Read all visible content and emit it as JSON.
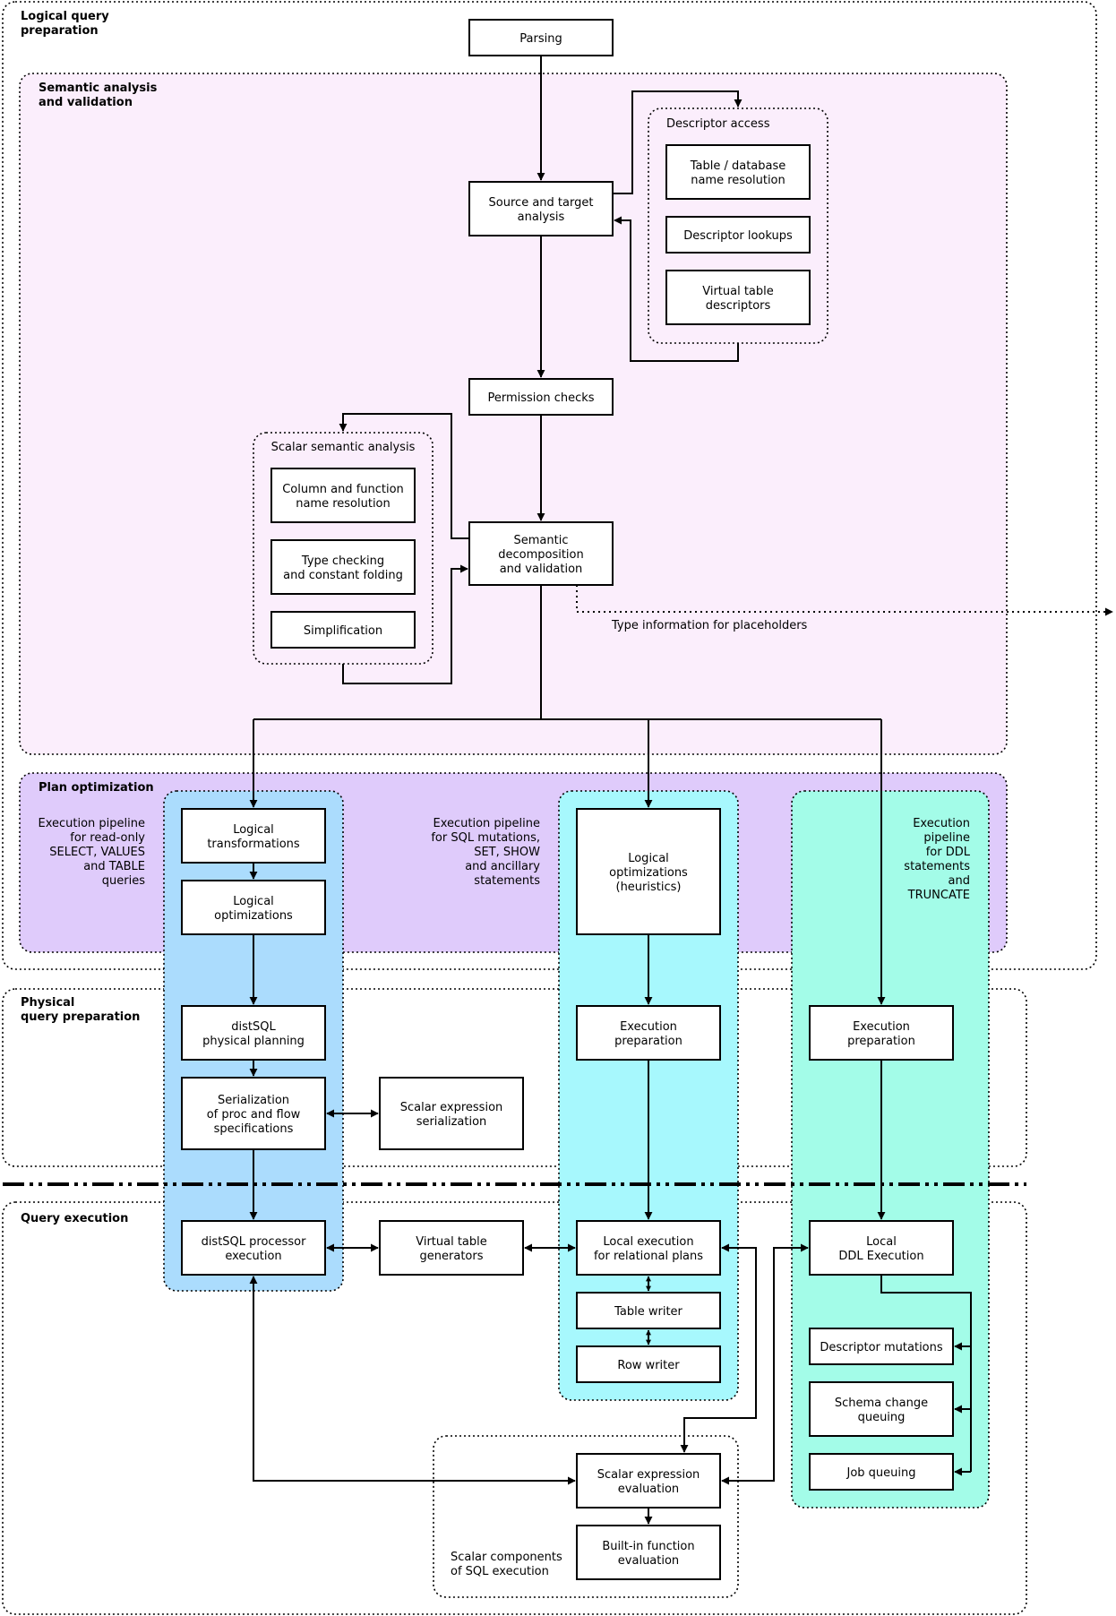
{
  "colors": {
    "semantic_bg": "#fbeefc",
    "plan_bg": "#dfcbfb",
    "readonly_lane": "#abdcfd",
    "mutation_lane": "#a7f8fd",
    "ddl_lane": "#a3fce8",
    "stroke": "#000000"
  },
  "regions": {
    "logical": [
      "Logical query",
      "preparation"
    ],
    "semantic": [
      "Semantic analysis",
      "and validation"
    ],
    "descriptor": [
      "Descriptor access"
    ],
    "scalar_semantic": [
      "Scalar semantic analysis"
    ],
    "plan": [
      "Plan optimization"
    ],
    "physical": [
      "Physical",
      "query preparation"
    ],
    "execution": [
      "Query execution"
    ],
    "scalar_components": [
      "Scalar components",
      "of SQL execution"
    ]
  },
  "lanes": {
    "readonly": [
      "Execution pipeline",
      "for read-only",
      "SELECT, VALUES",
      "and TABLE",
      "queries"
    ],
    "mutation": [
      "Execution pipeline",
      "for SQL mutations,",
      "SET, SHOW",
      "and ancillary",
      "statements"
    ],
    "ddl": [
      "Execution",
      "pipeline",
      "for DDL",
      "statements",
      "and",
      "TRUNCATE"
    ]
  },
  "nodes": {
    "parsing": [
      "Parsing"
    ],
    "source_target": [
      "Source and target",
      "analysis"
    ],
    "table_db_name": [
      "Table / database",
      "name resolution"
    ],
    "descriptor_lookups": [
      "Descriptor lookups"
    ],
    "virtual_table_descriptors": [
      "Virtual table",
      "descriptors"
    ],
    "permission_checks": [
      "Permission checks"
    ],
    "column_function": [
      "Column and function",
      "name resolution"
    ],
    "type_checking": [
      "Type checking",
      "and constant folding"
    ],
    "simplification": [
      "Simplification"
    ],
    "semantic_decomp": [
      "Semantic",
      "decomposition",
      "and validation"
    ],
    "logical_transformations": [
      "Logical",
      "transformations"
    ],
    "logical_optimizations": [
      "Logical",
      "optimizations"
    ],
    "logical_opt_heuristics": [
      "Logical",
      "optimizations",
      "(heuristics)"
    ],
    "distsql_planning": [
      "distSQL",
      "physical planning"
    ],
    "serialization": [
      "Serialization",
      "of proc and flow",
      "specifications"
    ],
    "scalar_serialization": [
      "Scalar expression",
      "serialization"
    ],
    "exec_prep_mut": [
      "Execution",
      "preparation"
    ],
    "exec_prep_ddl": [
      "Execution",
      "preparation"
    ],
    "distsql_processor": [
      "distSQL processor",
      "execution"
    ],
    "virtual_table_generators": [
      "Virtual table",
      "generators"
    ],
    "local_exec_rel": [
      "Local execution",
      "for relational plans"
    ],
    "table_writer": [
      "Table writer"
    ],
    "row_writer": [
      "Row writer"
    ],
    "local_ddl": [
      "Local",
      "DDL Execution"
    ],
    "descriptor_mutations": [
      "Descriptor mutations"
    ],
    "schema_change_queuing": [
      "Schema change",
      "queuing"
    ],
    "job_queuing": [
      "Job queuing"
    ],
    "scalar_eval": [
      "Scalar expression",
      "evaluation"
    ],
    "builtin_eval": [
      "Built-in function",
      "evaluation"
    ]
  },
  "edge_labels": {
    "placeholders": "Type information for placeholders"
  }
}
